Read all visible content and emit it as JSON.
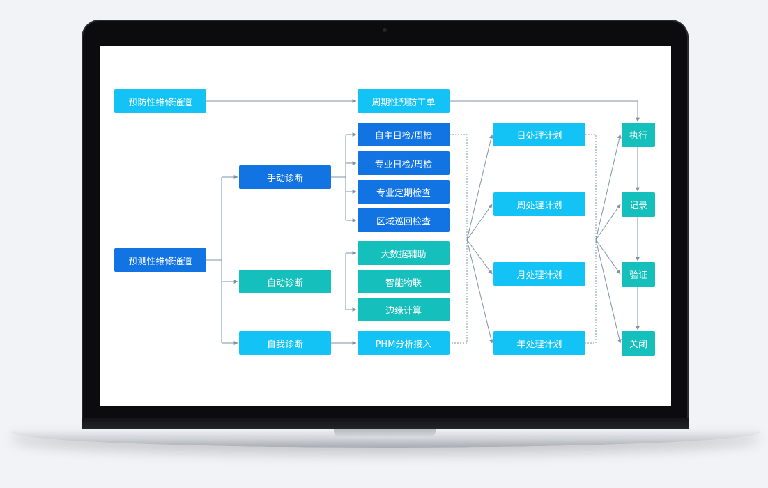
{
  "nodes": {
    "preventive_channel": "预防性维修通道",
    "predictive_channel": "预测性维修通道",
    "periodic_work_order": "周期性预防工单",
    "manual_diagnosis": "手动诊断",
    "auto_diagnosis": "自动诊断",
    "self_diagnosis": "自我诊断",
    "self_inspection": "自主日检/周检",
    "pro_inspection": "专业日检/周检",
    "pro_periodic_check": "专业定期检查",
    "area_patrol": "区域巡回检查",
    "big_data": "大数据辅助",
    "smart_iot": "智能物联",
    "edge_computing": "边缘计算",
    "phm_access": "PHM分析接入",
    "daily_plan": "日处理计划",
    "weekly_plan": "周处理计划",
    "monthly_plan": "月处理计划",
    "yearly_plan": "年处理计划",
    "execute": "执行",
    "record": "记录",
    "verify": "验证",
    "close": "关闭"
  },
  "colors": {
    "light_blue": "#14c3f5",
    "blue": "#1273e3",
    "teal": "#14bfbc",
    "connector": "#7c93a8"
  }
}
